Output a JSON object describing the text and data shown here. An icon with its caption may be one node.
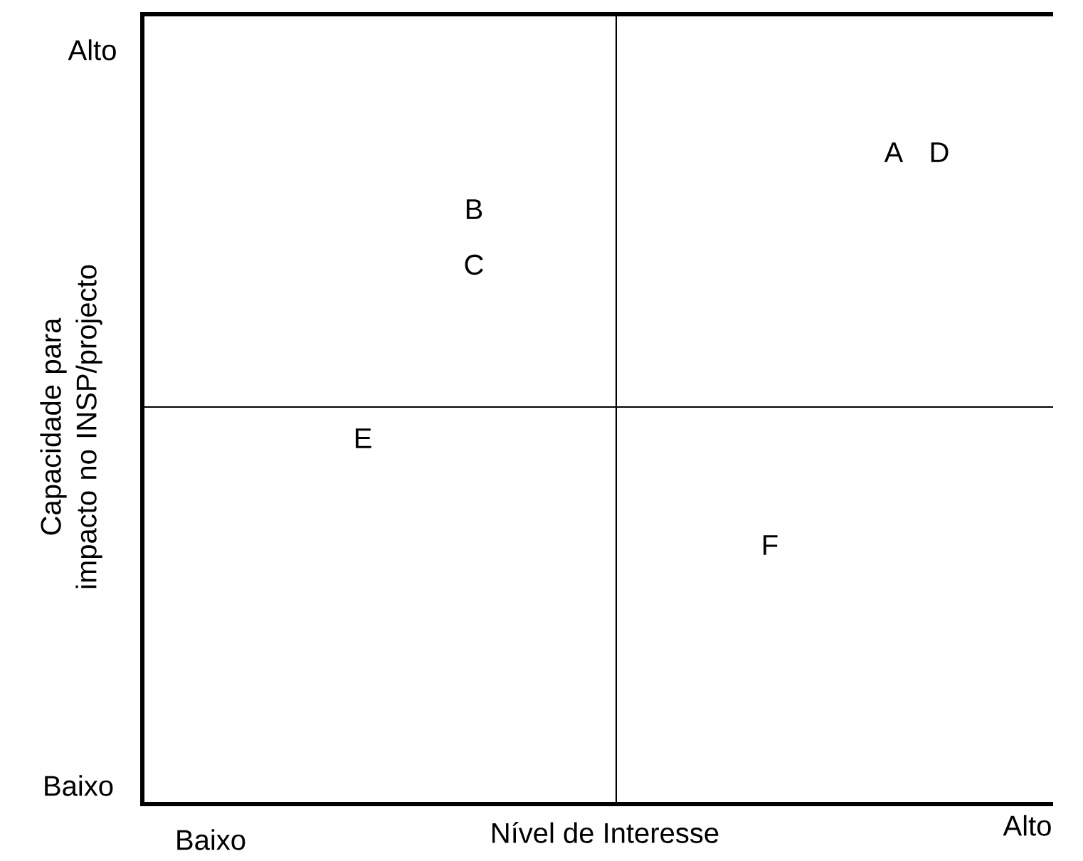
{
  "diagram": {
    "labels": [
      "Alto",
      "Capacidade para impacto no INSP/projecto",
      "Baixo",
      "A",
      "D",
      "B",
      "C",
      "E",
      "F",
      "Baixo",
      "Nível de Interesse",
      "Alto"
    ]
  }
}
